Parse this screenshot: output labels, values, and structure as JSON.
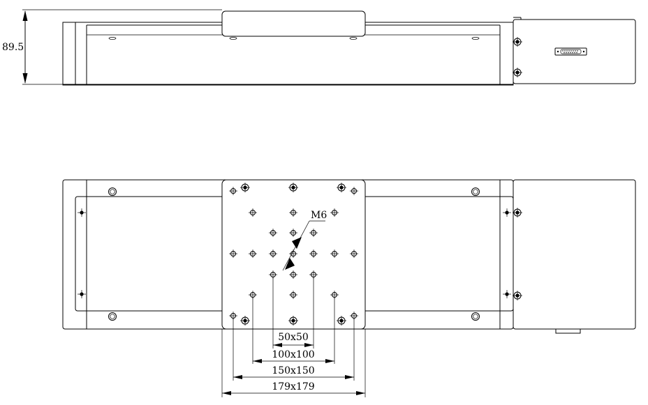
{
  "side_view": {
    "height_dimension": "89.5"
  },
  "top_view": {
    "thread_callout": "M6",
    "pattern_dimensions": [
      "50x50",
      "100x100",
      "150x150",
      "179x179"
    ]
  }
}
